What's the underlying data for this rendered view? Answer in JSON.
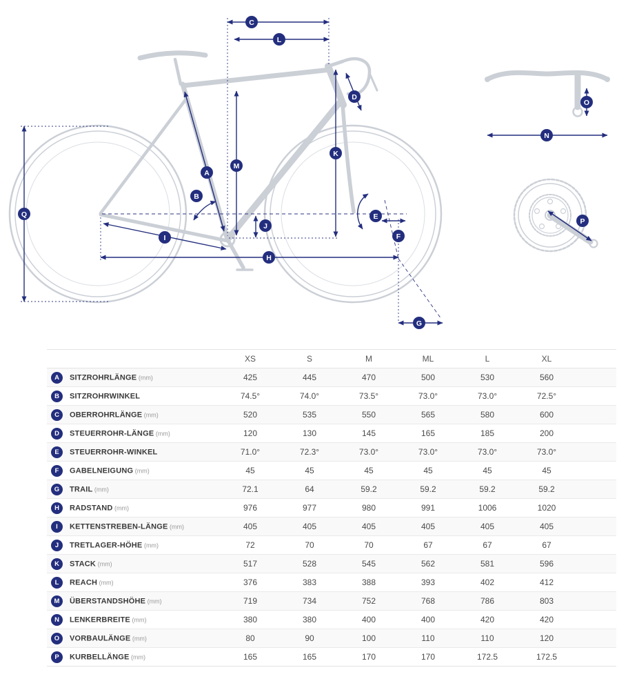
{
  "colors": {
    "accent_navy": "#232e7e",
    "frame_gray": "#cbcfd6",
    "row_stripe": "#f9f9f9",
    "rule_gray": "#e3e3e3"
  },
  "diagram": {
    "badges": [
      "A",
      "B",
      "C",
      "D",
      "E",
      "F",
      "G",
      "H",
      "I",
      "J",
      "K",
      "L",
      "M",
      "N",
      "O",
      "P",
      "Q"
    ]
  },
  "table": {
    "columns": [
      "XS",
      "S",
      "M",
      "ML",
      "L",
      "XL"
    ],
    "rows": [
      {
        "letter": "A",
        "label": "SITZROHRLÄNGE",
        "unit": "(mm)",
        "values": [
          "425",
          "445",
          "470",
          "500",
          "530",
          "560"
        ]
      },
      {
        "letter": "B",
        "label": "SITZROHRWINKEL",
        "unit": "",
        "values": [
          "74.5°",
          "74.0°",
          "73.5°",
          "73.0°",
          "73.0°",
          "72.5°"
        ]
      },
      {
        "letter": "C",
        "label": "OBERROHRLÄNGE",
        "unit": "(mm)",
        "values": [
          "520",
          "535",
          "550",
          "565",
          "580",
          "600"
        ]
      },
      {
        "letter": "D",
        "label": "STEUERROHR-LÄNGE",
        "unit": "(mm)",
        "values": [
          "120",
          "130",
          "145",
          "165",
          "185",
          "200"
        ]
      },
      {
        "letter": "E",
        "label": "STEUERROHR-WINKEL",
        "unit": "",
        "values": [
          "71.0°",
          "72.3°",
          "73.0°",
          "73.0°",
          "73.0°",
          "73.0°"
        ]
      },
      {
        "letter": "F",
        "label": "GABELNEIGUNG",
        "unit": "(mm)",
        "values": [
          "45",
          "45",
          "45",
          "45",
          "45",
          "45"
        ]
      },
      {
        "letter": "G",
        "label": "TRAIL",
        "unit": "(mm)",
        "values": [
          "72.1",
          "64",
          "59.2",
          "59.2",
          "59.2",
          "59.2"
        ]
      },
      {
        "letter": "H",
        "label": "RADSTAND",
        "unit": "(mm)",
        "values": [
          "976",
          "977",
          "980",
          "991",
          "1006",
          "1020"
        ]
      },
      {
        "letter": "I",
        "label": "KETTENSTREBEN-LÄNGE",
        "unit": "(mm)",
        "values": [
          "405",
          "405",
          "405",
          "405",
          "405",
          "405"
        ]
      },
      {
        "letter": "J",
        "label": "TRETLAGER-HÖHE",
        "unit": "(mm)",
        "values": [
          "72",
          "70",
          "70",
          "67",
          "67",
          "67"
        ]
      },
      {
        "letter": "K",
        "label": "STACK",
        "unit": "(mm)",
        "values": [
          "517",
          "528",
          "545",
          "562",
          "581",
          "596"
        ]
      },
      {
        "letter": "L",
        "label": "REACH",
        "unit": "(mm)",
        "values": [
          "376",
          "383",
          "388",
          "393",
          "402",
          "412"
        ]
      },
      {
        "letter": "M",
        "label": "ÜBERSTANDSHÖHE",
        "unit": "(mm)",
        "values": [
          "719",
          "734",
          "752",
          "768",
          "786",
          "803"
        ]
      },
      {
        "letter": "N",
        "label": "LENKERBREITE",
        "unit": "(mm)",
        "values": [
          "380",
          "380",
          "400",
          "400",
          "420",
          "420"
        ]
      },
      {
        "letter": "O",
        "label": "VORBAULÄNGE",
        "unit": "(mm)",
        "values": [
          "80",
          "90",
          "100",
          "110",
          "110",
          "120"
        ]
      },
      {
        "letter": "P",
        "label": "KURBELLÄNGE",
        "unit": "(mm)",
        "values": [
          "165",
          "165",
          "170",
          "170",
          "172.5",
          "172.5"
        ]
      }
    ]
  }
}
